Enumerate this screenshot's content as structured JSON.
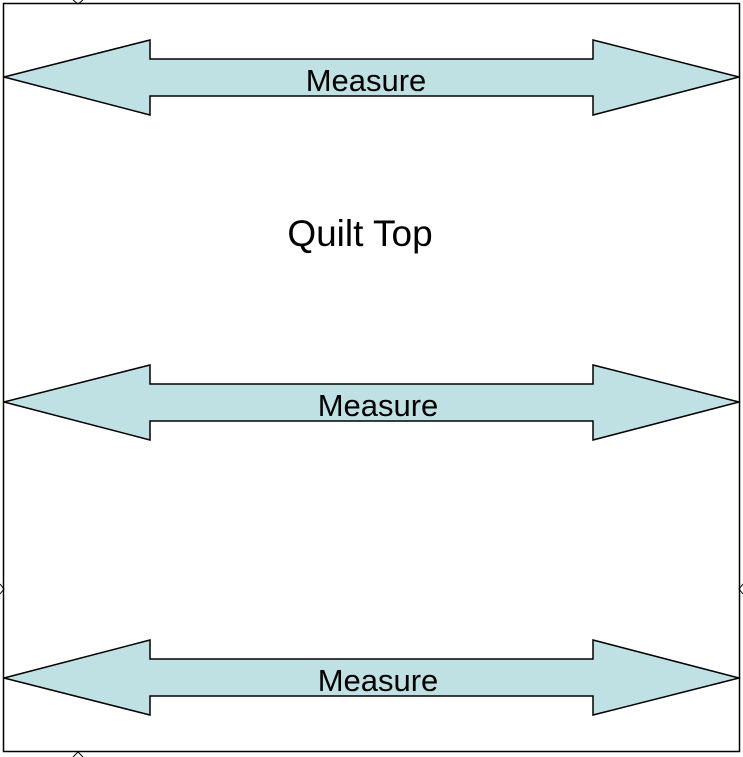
{
  "diagram": {
    "title": "Quilt Top",
    "arrows": [
      {
        "label": "Measure"
      },
      {
        "label": "Measure"
      },
      {
        "label": "Measure"
      }
    ],
    "colors": {
      "arrow_fill": "#BFE1E4",
      "stroke": "#000000",
      "background": "#FFFFFF"
    }
  }
}
